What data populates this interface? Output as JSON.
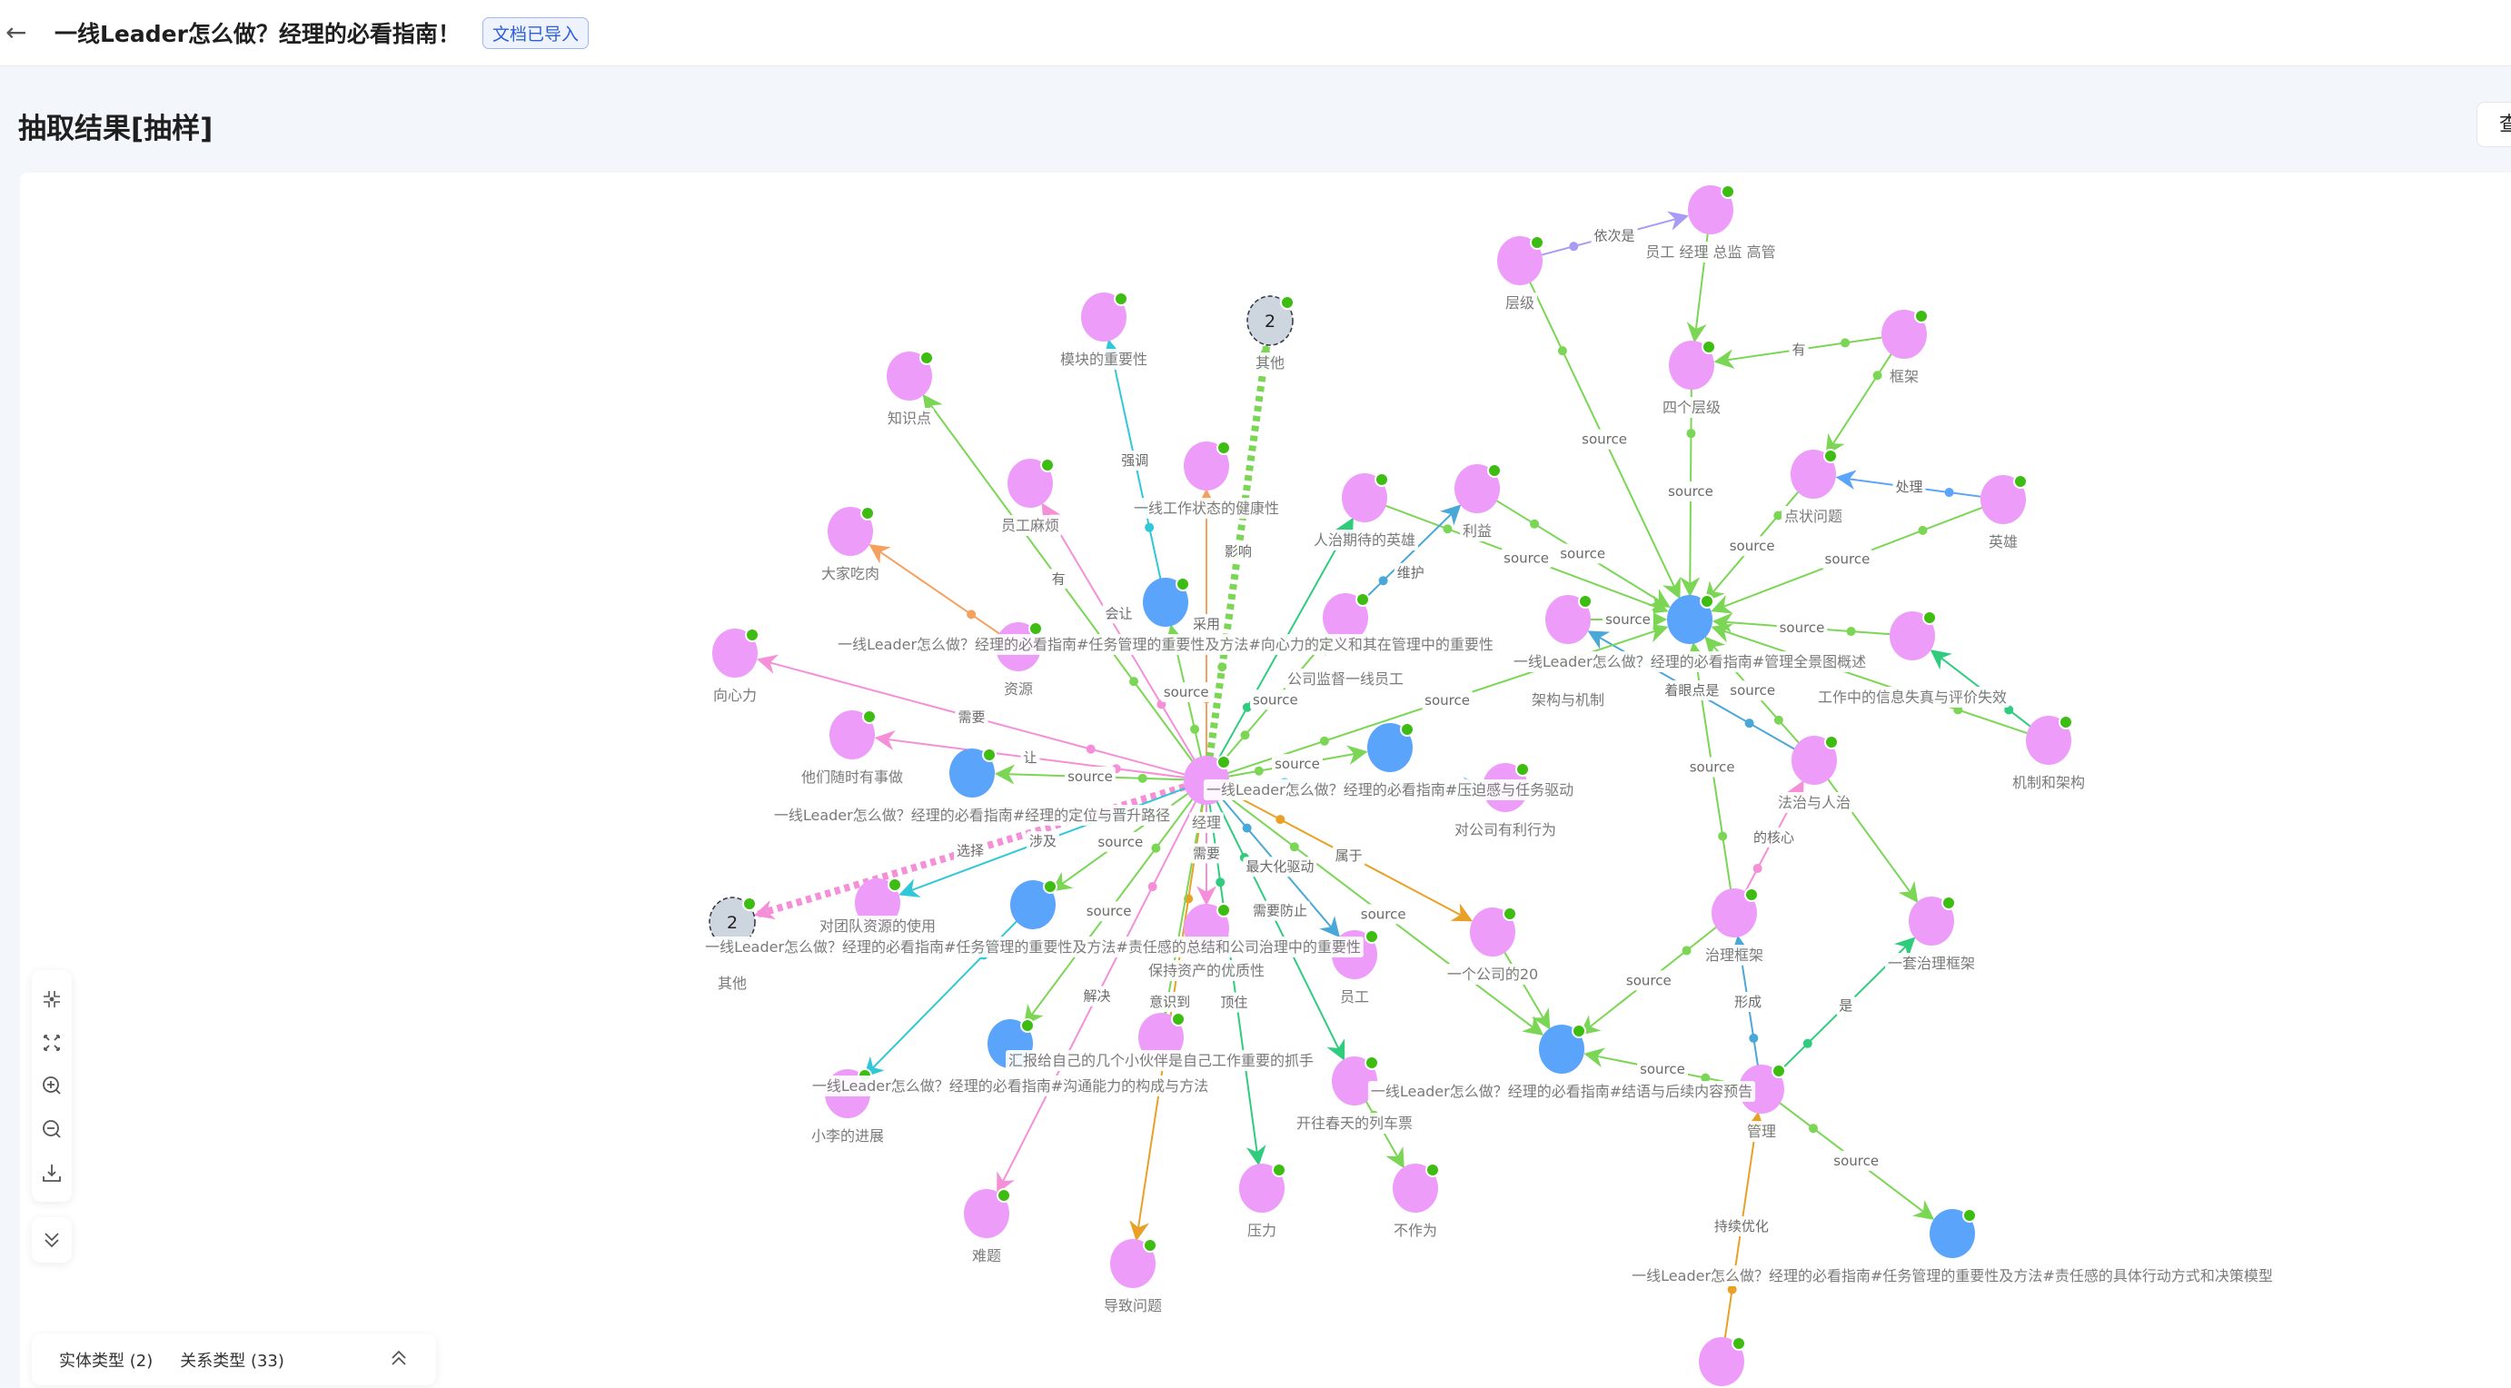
{
  "header": {
    "title": "一线Leader怎么做？经理的必看指南！",
    "badge": "文档已导入"
  },
  "section": {
    "title": "抽取结果[抽样]",
    "right_button": "查"
  },
  "toolbar": {
    "icons": [
      "focus-icon",
      "fit-screen-icon",
      "zoom-in-icon",
      "zoom-out-icon",
      "download-icon"
    ],
    "collapse_icon": "chevron-double-down-icon"
  },
  "legend": {
    "entity_types": "实体类型 (2)",
    "relation_types": "关系类型 (33)"
  },
  "colors": {
    "entity": "#ee9cf9",
    "document": "#5ba4fb",
    "cluster": "#cdd5df",
    "dot": "#3dbd12",
    "label": "#7a7a7a"
  },
  "graph": {
    "nodes": [
      {
        "id": 1,
        "label": "层级",
        "type": "entity"
      },
      {
        "id": 2,
        "label": "员工 经理 总监 高管",
        "type": "entity"
      },
      {
        "id": 3,
        "label": "四个层级",
        "type": "entity"
      },
      {
        "id": 4,
        "label": "框架",
        "type": "entity"
      },
      {
        "id": 5,
        "label": "点状问题",
        "type": "entity"
      },
      {
        "id": 6,
        "label": "英雄",
        "type": "entity"
      },
      {
        "id": 7,
        "label": "利益",
        "type": "entity"
      },
      {
        "id": 8,
        "label": "人治期待的英雄",
        "type": "entity"
      },
      {
        "id": 9,
        "label": "一线工作状态的健康性",
        "type": "entity"
      },
      {
        "id": 10,
        "label": "模块的重要性",
        "type": "entity"
      },
      {
        "id": 11,
        "label": "其他",
        "type": "cluster",
        "count": "2"
      },
      {
        "id": 12,
        "label": "知识点",
        "type": "entity"
      },
      {
        "id": 13,
        "label": "员工麻烦",
        "type": "entity"
      },
      {
        "id": 14,
        "label": "大家吃肉",
        "type": "entity"
      },
      {
        "id": 15,
        "label": "向心力",
        "type": "entity"
      },
      {
        "id": 16,
        "label": "一线Leader怎么做？经理的必看指南#任务管理的重要性及方法#向心力的定义和其在管理中的重要性",
        "type": "document"
      },
      {
        "id": 17,
        "label": "资源",
        "type": "entity"
      },
      {
        "id": 18,
        "label": "公司监督一线员工",
        "type": "entity"
      },
      {
        "id": 19,
        "label": "他们随时有事做",
        "type": "entity"
      },
      {
        "id": 20,
        "label": "一线Leader怎么做？经理的必看指南#经理的定位与晋升路径",
        "type": "document"
      },
      {
        "id": 21,
        "label": "经理",
        "type": "entity"
      },
      {
        "id": 22,
        "label": "一线Leader怎么做？经理的必看指南#压迫感与任务驱动",
        "type": "document"
      },
      {
        "id": 23,
        "label": "对公司有利行为",
        "type": "entity"
      },
      {
        "id": 24,
        "label": "一线Leader怎么做？经理的必看指南#管理全景图概述",
        "type": "document"
      },
      {
        "id": 25,
        "label": "架构与机制",
        "type": "entity"
      },
      {
        "id": 26,
        "label": "工作中的信息失真与评价失效",
        "type": "entity"
      },
      {
        "id": 27,
        "label": "机制和架构",
        "type": "entity"
      },
      {
        "id": 28,
        "label": "法治与人治",
        "type": "entity"
      },
      {
        "id": 29,
        "label": "治理框架",
        "type": "entity"
      },
      {
        "id": 30,
        "label": "一套治理框架",
        "type": "entity"
      },
      {
        "id": 31,
        "label": "管理",
        "type": "entity"
      },
      {
        "id": 32,
        "label": "一线Leader怎么做？经理的必看指南#结语与后续内容预告",
        "type": "document"
      },
      {
        "id": 33,
        "label": "一线Leader怎么做？经理的必看指南#任务管理的重要性及方法#责任感的具体行动方式和决策模型",
        "type": "document"
      },
      {
        "id": 34,
        "label": "",
        "type": "entity"
      },
      {
        "id": 35,
        "label": "一个公司的20",
        "type": "entity"
      },
      {
        "id": 36,
        "label": "员工",
        "type": "entity"
      },
      {
        "id": 37,
        "label": "保持资产的优质性",
        "type": "entity"
      },
      {
        "id": 38,
        "label": "一线Leader怎么做？经理的必看指南#任务管理的重要性及方法#责任感的总结和公司治理中的重要性",
        "type": "document"
      },
      {
        "id": 39,
        "label": "对团队资源的使用",
        "type": "entity"
      },
      {
        "id": 40,
        "label": "其他",
        "type": "cluster",
        "count": "2"
      },
      {
        "id": 41,
        "label": "一线Leader怎么做？经理的必看指南#沟通能力的构成与方法",
        "type": "document"
      },
      {
        "id": 42,
        "label": "汇报给自己的几个小伙伴是自己工作重要的抓手",
        "type": "entity"
      },
      {
        "id": 43,
        "label": "开往春天的列车票",
        "type": "entity"
      },
      {
        "id": 44,
        "label": "小李的进展",
        "type": "entity"
      },
      {
        "id": 45,
        "label": "难题",
        "type": "entity"
      },
      {
        "id": 46,
        "label": "导致问题",
        "type": "entity"
      },
      {
        "id": 47,
        "label": "压力",
        "type": "entity"
      },
      {
        "id": 48,
        "label": "不作为",
        "type": "entity"
      }
    ],
    "edges": [
      {
        "from": 1,
        "to": 2,
        "label": "依次是",
        "color": "#a99af5"
      },
      {
        "from": 2,
        "to": 3,
        "label": "",
        "color": "#7ad654"
      },
      {
        "from": 4,
        "to": 3,
        "label": "有",
        "color": "#7ad654"
      },
      {
        "from": 4,
        "to": 5,
        "label": "",
        "color": "#7ad654"
      },
      {
        "from": 6,
        "to": 5,
        "label": "处理",
        "color": "#5ba4fb"
      },
      {
        "from": 1,
        "to": 24,
        "label": "source",
        "color": "#7ad654"
      },
      {
        "from": 3,
        "to": 24,
        "label": "source",
        "color": "#7ad654"
      },
      {
        "from": 5,
        "to": 24,
        "label": "source",
        "color": "#7ad654"
      },
      {
        "from": 6,
        "to": 24,
        "label": "source",
        "color": "#7ad654"
      },
      {
        "from": 7,
        "to": 24,
        "label": "source",
        "color": "#7ad654"
      },
      {
        "from": 8,
        "to": 24,
        "label": "source",
        "color": "#7ad654"
      },
      {
        "from": 25,
        "to": 24,
        "label": "source",
        "color": "#7ad654"
      },
      {
        "from": 26,
        "to": 24,
        "label": "source",
        "color": "#7ad654"
      },
      {
        "from": 27,
        "to": 26,
        "label": "",
        "color": "#2fcc7e"
      },
      {
        "from": 27,
        "to": 24,
        "label": "",
        "color": "#7ad654"
      },
      {
        "from": 28,
        "to": 24,
        "label": "source",
        "color": "#7ad654"
      },
      {
        "from": 28,
        "to": 25,
        "label": "着眼点是",
        "color": "#4aa8d8"
      },
      {
        "from": 29,
        "to": 24,
        "label": "source",
        "color": "#7ad654"
      },
      {
        "from": 29,
        "to": 28,
        "label": "的核心",
        "color": "#f48fd8"
      },
      {
        "from": 28,
        "to": 30,
        "label": "",
        "color": "#7ad654"
      },
      {
        "from": 31,
        "to": 29,
        "label": "形成",
        "color": "#4aa8d8"
      },
      {
        "from": 31,
        "to": 30,
        "label": "是",
        "color": "#2fcc7e"
      },
      {
        "from": 31,
        "to": 32,
        "label": "source",
        "color": "#7ad654"
      },
      {
        "from": 31,
        "to": 33,
        "label": "source",
        "color": "#7ad654"
      },
      {
        "from": 34,
        "to": 31,
        "label": "持续优化",
        "color": "#e8a126"
      },
      {
        "from": 29,
        "to": 32,
        "label": "source",
        "color": "#7ad654"
      },
      {
        "from": 35,
        "to": 32,
        "label": "",
        "color": "#7ad654"
      },
      {
        "from": 18,
        "to": 7,
        "label": "维护",
        "color": "#4aa8d8"
      },
      {
        "from": 21,
        "to": 8,
        "label": "",
        "color": "#2fcc7e"
      },
      {
        "from": 21,
        "to": 12,
        "label": "有",
        "color": "#7ad654"
      },
      {
        "from": 21,
        "to": 13,
        "label": "会让",
        "color": "#f48fd8"
      },
      {
        "from": 17,
        "to": 14,
        "label": "",
        "color": "#f5a05e"
      },
      {
        "from": 16,
        "to": 10,
        "label": "强调",
        "color": "#30c7d6"
      },
      {
        "from": 21,
        "to": 9,
        "label": "采用",
        "color": "#f5a05e"
      },
      {
        "from": 21,
        "to": 11,
        "label": "影响",
        "color": "#7ad654",
        "dashed": true
      },
      {
        "from": 21,
        "to": 15,
        "label": "需要",
        "color": "#f48fd8"
      },
      {
        "from": 21,
        "to": 19,
        "label": "让",
        "color": "#f48fd8"
      },
      {
        "from": 21,
        "to": 16,
        "label": "source",
        "color": "#7ad654"
      },
      {
        "from": 21,
        "to": 20,
        "label": "source",
        "color": "#7ad654"
      },
      {
        "from": 21,
        "to": 22,
        "label": "source",
        "color": "#7ad654"
      },
      {
        "from": 21,
        "to": 24,
        "label": "source",
        "color": "#7ad654"
      },
      {
        "from": 21,
        "to": 18,
        "label": "source",
        "color": "#7ad654"
      },
      {
        "from": 21,
        "to": 23,
        "label": "",
        "color": "#8fd7f0"
      },
      {
        "from": 21,
        "to": 40,
        "label": "选择",
        "color": "#f48fd8",
        "dashed": true
      },
      {
        "from": 21,
        "to": 39,
        "label": "涉及",
        "color": "#30c7d6"
      },
      {
        "from": 21,
        "to": 38,
        "label": "source",
        "color": "#7ad654"
      },
      {
        "from": 21,
        "to": 41,
        "label": "source",
        "color": "#7ad654"
      },
      {
        "from": 21,
        "to": 37,
        "label": "需要",
        "color": "#f48fd8"
      },
      {
        "from": 21,
        "to": 36,
        "label": "最大化驱动",
        "color": "#4aa8d8"
      },
      {
        "from": 21,
        "to": 35,
        "label": "属于",
        "color": "#e8a126"
      },
      {
        "from": 21,
        "to": 32,
        "label": "source",
        "color": "#7ad654"
      },
      {
        "from": 21,
        "to": 46,
        "label": "意识到",
        "color": "#e8a126"
      },
      {
        "from": 21,
        "to": 45,
        "label": "解决",
        "color": "#f48fd8"
      },
      {
        "from": 21,
        "to": 47,
        "label": "顶住",
        "color": "#2fcc7e"
      },
      {
        "from": 21,
        "to": 43,
        "label": "需要防止",
        "color": "#2fcc7e"
      },
      {
        "from": 43,
        "to": 48,
        "label": "",
        "color": "#7ad654"
      },
      {
        "from": 38,
        "to": 44,
        "label": "",
        "color": "#30c7d6"
      },
      {
        "from": 21,
        "to": 42,
        "label": "",
        "color": "#7ad654"
      }
    ]
  }
}
